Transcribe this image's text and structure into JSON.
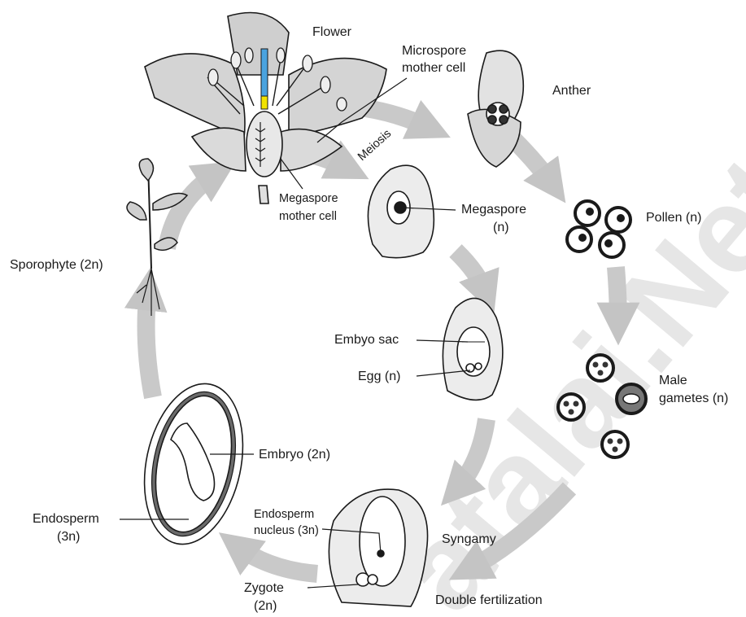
{
  "labels": {
    "flower": "Flower",
    "microspore_mother_cell_line1": "Microspore",
    "microspore_mother_cell_line2": "mother cell",
    "anther": "Anther",
    "meiosis": "Meiosis",
    "megaspore_mother_cell_line1": "Megaspore",
    "megaspore_mother_cell_line2": "mother cell",
    "megaspore_line1": "Megaspore",
    "megaspore_line2": "(n)",
    "pollen": "Pollen (n)",
    "sporophyte": "Sporophyte (2n)",
    "embryo_sac": "Embyo sac",
    "egg": "Egg (n)",
    "male_gametes_line1": "Male",
    "male_gametes_line2": "gametes (n)",
    "embryo": "Embryo (2n)",
    "endosperm_line1": "Endosperm",
    "endosperm_line2": "(3n)",
    "endosperm_nucleus_line1": "Endosperm",
    "endosperm_nucleus_line2": "nucleus (3n)",
    "syngamy": "Syngamy",
    "zygote_line1": "Zygote",
    "zygote_line2": "(2n)",
    "double_fertilization": "Double fertilization"
  },
  "watermark": "atalai.Net",
  "colors": {
    "arrow": "#c4c4c4",
    "petal": "#d4d4d4",
    "outline": "#1a1a1a",
    "style_blue": "#4aa3df",
    "stigma_yellow": "#f2e300",
    "seed_coat": "#6b6b6b",
    "ovule_fill": "#ececec"
  }
}
